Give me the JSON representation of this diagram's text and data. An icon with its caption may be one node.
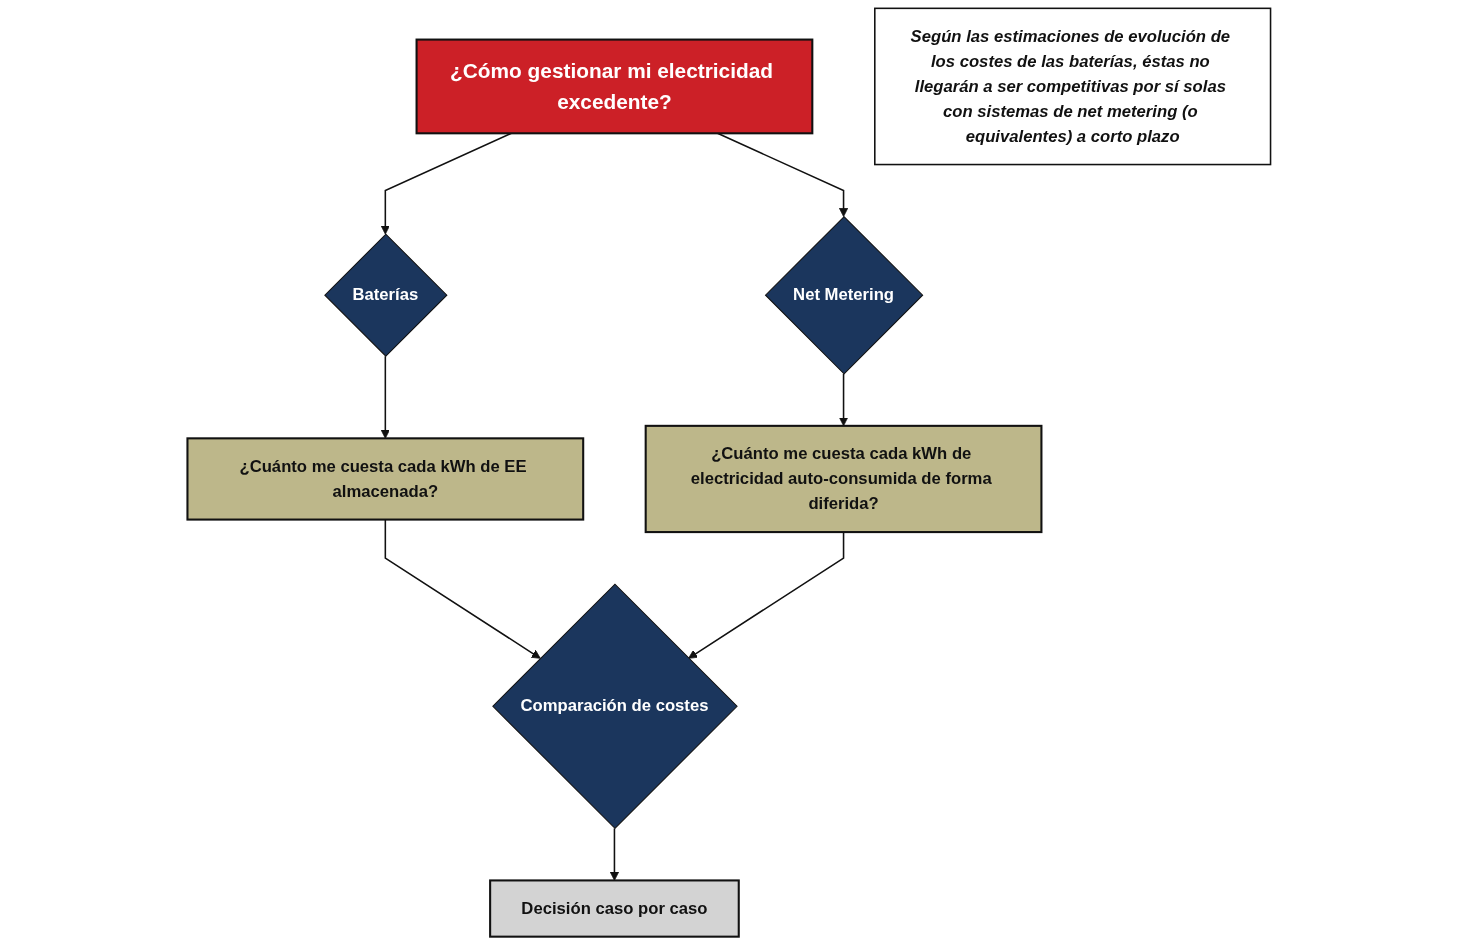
{
  "diagram": {
    "nodes": [
      {
        "text": [
          "¿Cómo gestionar mi electricidad excedente?"
        ]
      },
      {
        "text": [
          "Baterías"
        ]
      },
      {
        "text": [
          "Net Metering"
        ]
      },
      {
        "text": [
          "¿Cuánto me cuesta cada kWh de EE almacenada?"
        ]
      },
      {
        "text": [
          "¿Cuánto me cuesta cada kWh de electricidad auto-consumida de forma diferida?"
        ]
      },
      {
        "text": [
          "Comparación de costes"
        ]
      },
      {
        "text": [
          "Decisión caso por caso"
        ]
      },
      {
        "text": [
          "Según las estimaciones de evolución de los costes de las baterías, éstas no llegarán a ser competitivas por sí solas con sistemas de net metering (o equivalentes) a corto plazo"
        ]
      }
    ],
    "edges": [
      {
        "from": 0,
        "to": 1,
        "arrow": "to"
      },
      {
        "from": 0,
        "to": 2,
        "arrow": "to"
      },
      {
        "from": 1,
        "to": 3,
        "arrow": "to"
      },
      {
        "from": 2,
        "to": 4,
        "arrow": "to"
      },
      {
        "from": 3,
        "to": 5,
        "arrow": "to"
      },
      {
        "from": 4,
        "to": 5,
        "arrow": "to"
      },
      {
        "from": 5,
        "to": 6,
        "arrow": "to"
      }
    ]
  }
}
